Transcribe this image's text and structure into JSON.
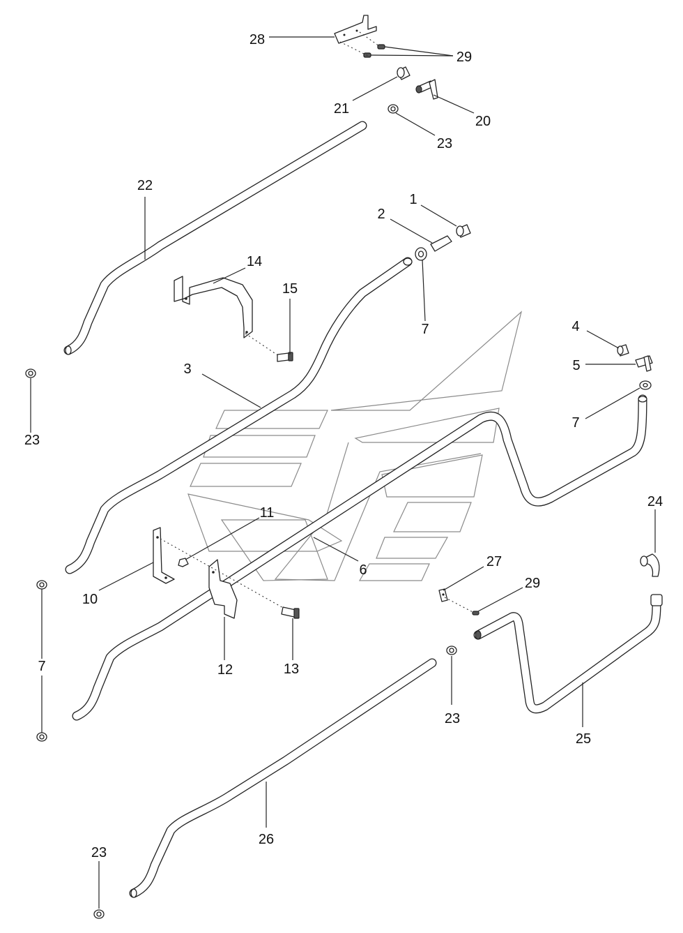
{
  "diagram": {
    "type": "exploded-parts-view",
    "callouts": [
      {
        "id": "c28",
        "label": "28"
      },
      {
        "id": "c29a",
        "label": "29"
      },
      {
        "id": "c21",
        "label": "21"
      },
      {
        "id": "c20",
        "label": "20"
      },
      {
        "id": "c23a",
        "label": "23"
      },
      {
        "id": "c22",
        "label": "22"
      },
      {
        "id": "c1",
        "label": "1"
      },
      {
        "id": "c2",
        "label": "2"
      },
      {
        "id": "c14",
        "label": "14"
      },
      {
        "id": "c15",
        "label": "15"
      },
      {
        "id": "c7a",
        "label": "7"
      },
      {
        "id": "c4",
        "label": "4"
      },
      {
        "id": "c5",
        "label": "5"
      },
      {
        "id": "c3",
        "label": "3"
      },
      {
        "id": "c23b",
        "label": "23"
      },
      {
        "id": "c7b",
        "label": "7"
      },
      {
        "id": "c24",
        "label": "24"
      },
      {
        "id": "c11",
        "label": "11"
      },
      {
        "id": "c6",
        "label": "6"
      },
      {
        "id": "c27",
        "label": "27"
      },
      {
        "id": "c29b",
        "label": "29"
      },
      {
        "id": "c10",
        "label": "10"
      },
      {
        "id": "c7c",
        "label": "7"
      },
      {
        "id": "c12",
        "label": "12"
      },
      {
        "id": "c13",
        "label": "13"
      },
      {
        "id": "c23c",
        "label": "23"
      },
      {
        "id": "c25",
        "label": "25"
      },
      {
        "id": "c26",
        "label": "26"
      },
      {
        "id": "c23d",
        "label": "23"
      }
    ]
  }
}
